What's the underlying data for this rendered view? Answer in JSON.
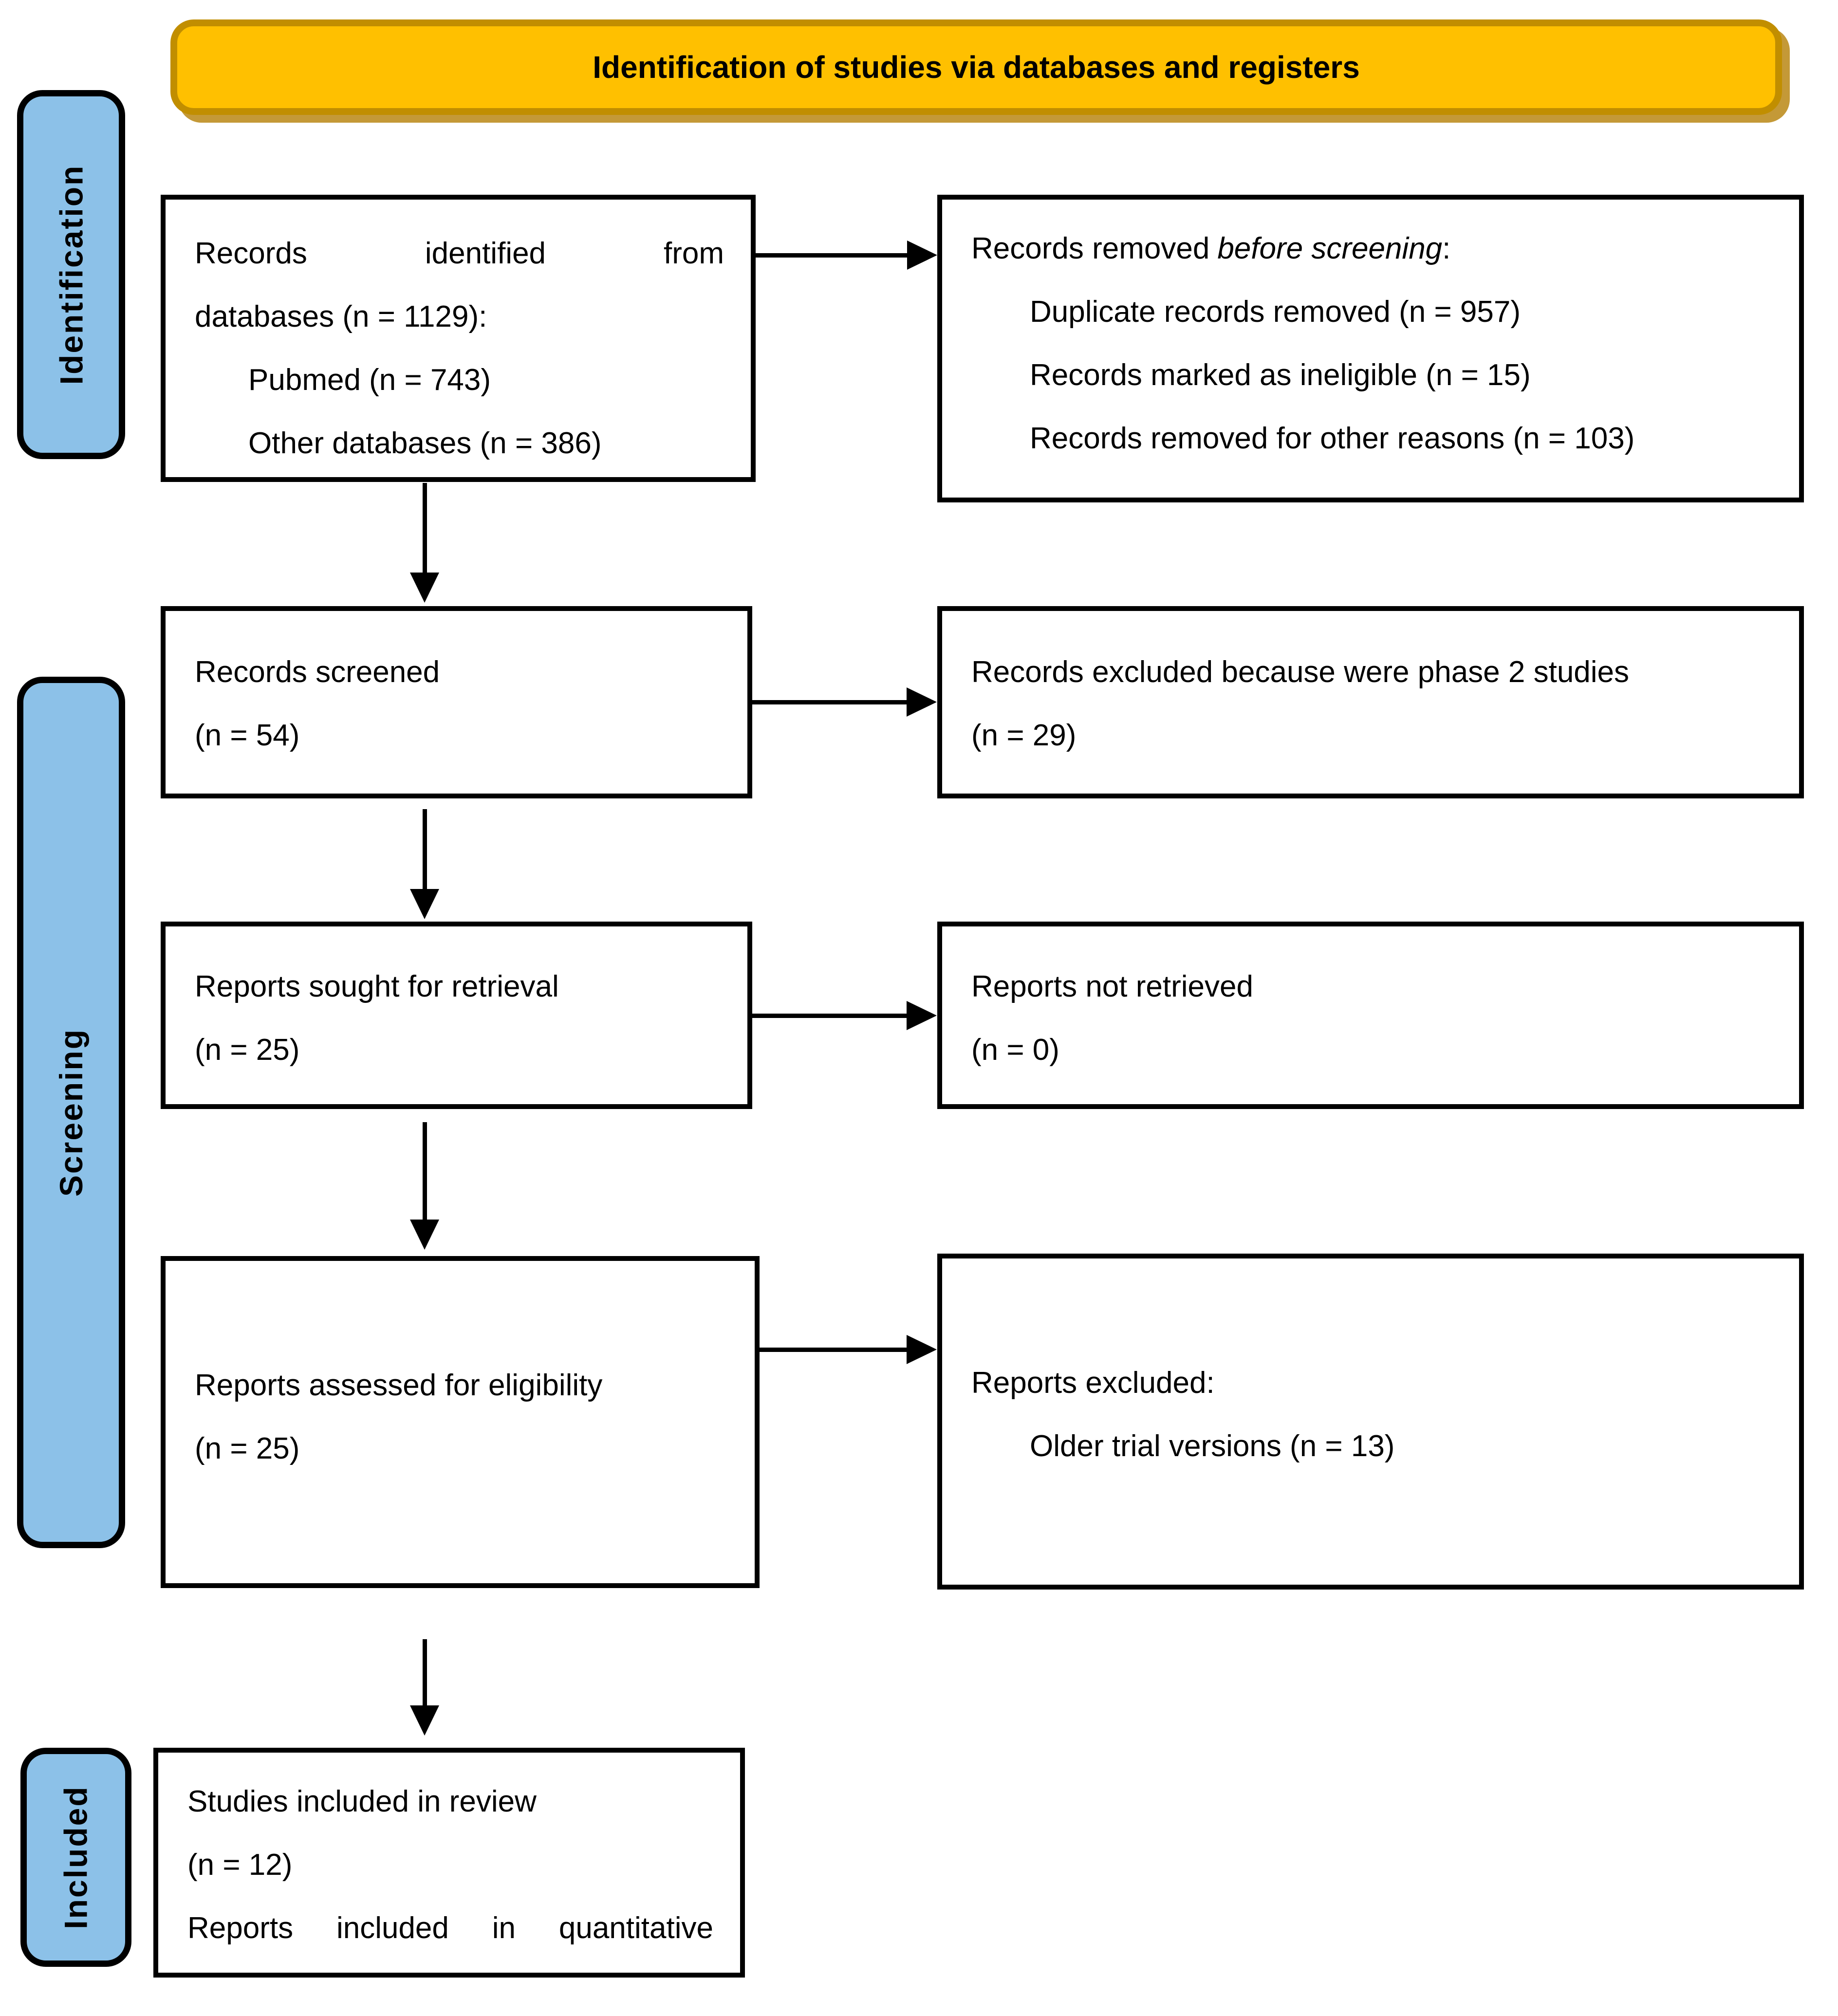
{
  "title": "Identification of studies via databases and registers",
  "colors": {
    "banner_fill": "#FFC000",
    "banner_border": "#C18E00",
    "stage_fill": "#8CC1E8",
    "box_border": "#000000"
  },
  "stages": {
    "identification": "Identification",
    "screening": "Screening",
    "included": "Included"
  },
  "boxes": {
    "identified": {
      "line1_words": [
        "Records",
        "identified",
        "from"
      ],
      "line2": "databases (n = 1129):",
      "items": [
        "Pubmed (n = 743)",
        "Other databases (n = 386)"
      ]
    },
    "removed": {
      "title_prefix": "Records removed",
      "title_italic": "before screening",
      "title_colon": ":",
      "items": [
        "Duplicate records removed (n = 957)",
        "Records marked as ineligible (n = 15)",
        "Records removed for other reasons (n = 103)"
      ]
    },
    "screened": {
      "line1": "Records screened",
      "line2": "(n = 54)"
    },
    "excluded_phase2": {
      "line1": "Records excluded because were phase 2 studies",
      "line2": "(n = 29)"
    },
    "sought": {
      "line1": "Reports sought for retrieval",
      "line2": "(n = 25)"
    },
    "not_retrieved": {
      "line1": "Reports not retrieved",
      "line2": "(n = 0)"
    },
    "assessed": {
      "line1": "Reports assessed for eligibility",
      "line2": "(n = 25)"
    },
    "excluded_reports": {
      "title": "Reports excluded:",
      "items": [
        "Older trial versions (n = 13)"
      ]
    },
    "included_review": {
      "line1": "Studies included in review",
      "line2": "(n = 12)",
      "line3_words": [
        "Reports",
        "included",
        "in",
        "quantitative"
      ]
    }
  }
}
